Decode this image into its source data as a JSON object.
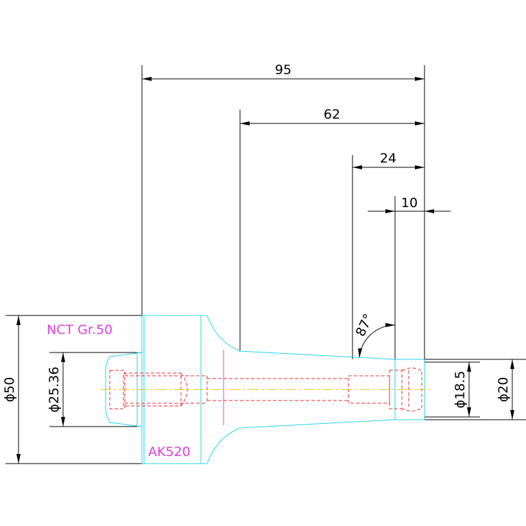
{
  "dimensions": {
    "overall_length": "95",
    "taper_length": "62",
    "nose_length": "24",
    "tip_length": "10",
    "angle": "87°",
    "shank_diameter": "ϕ50",
    "bore_diameter": "ϕ25.36",
    "nose_diameter_small": "ϕ18.5",
    "nose_diameter_large": "ϕ20"
  },
  "labels": {
    "spindle_interface": "NCT Gr.50",
    "adapter_code": "AK520"
  },
  "colors": {
    "outline": "#22d3ee",
    "hidden": "#ef2b2b",
    "centerline": "#e6c300",
    "text_magenta": "#e040e0",
    "dimension": "#000000"
  }
}
